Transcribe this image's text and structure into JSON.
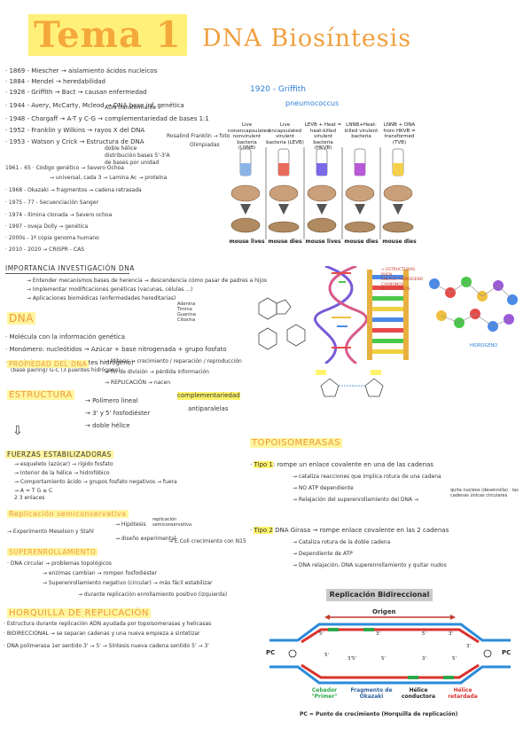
{
  "header": {
    "title": "Tema 1",
    "subtitle": "DNA Biosíntesis"
  },
  "timeline": [
    "· 1869 - Miescher → aislamiento ácidos nucleicos",
    "· 1884 - Mendel → heredabilidad",
    "· 1928 - Griffith → Bact → causan enfermedad",
    "· 1944 - Avery, McCarty, Mcleod → DNA base inf. genética",
    "· 1948 - Chargaff → A-T y C-G → complementariedad de bases 1:1",
    "· 1952 - Franklin y Wilkins → rayos X del DNA",
    "· 1953 - Watson y Crick → Estructura de DNA"
  ],
  "timeline_notes": {
    "avery_small": "ADN transformante",
    "watson_right": "Rosalind Franklin → foto",
    "watson_right2": "Olimpiadas",
    "watson_sub": [
      "doble hélice",
      "distribución bases 5'-3'A",
      "de bases por unidad"
    ]
  },
  "timeline2": [
    "1961 - 65 · Código genético → Severo Ochoa",
    "→ universal, cada 3 → Lamina Ac → proteína",
    "· 1968 - Okazaki → fragmentos → cadena retrasada",
    "· 1975 - 77 - Secuenciación Sanger",
    "· 1974 - Ilimina clonada → Severo ochoa",
    "· 1997 - oveja Dolly → genética",
    "· 2000s - 1ª copia genoma humano",
    "· 2010 - 2020 → CRISPR - CAS"
  ],
  "importancia": {
    "heading": "IMPORTANCIA INVESTIGACIÓN DNA",
    "items": [
      "→ Entender mecanismos bases de herencia → descendencia cómo pasar de padres a hijos",
      "→ Implementar modificaciones genéticas (vacunas, células ...)",
      "→ Aplicaciones biomédicas (enfermedades hereditarias)"
    ]
  },
  "dna": {
    "heading": "DNA",
    "bases_list": [
      "Adenina",
      "Timina",
      "Guanina",
      "Citosina"
    ],
    "lines": [
      "· Molécula con la información genética",
      "· Monómero: nucleótidos → Azúcar + base nitrogenada + grupo fosfato",
      "· Par de bases: A-T (2 puentes hidrógeno)",
      "(base pairing)  G-C (3 puentes hidrógeno)"
    ]
  },
  "propiedad": {
    "heading": "PROPIEDAD DEL DNA",
    "items": [
      "→ Mitosis → crecimiento / reparación / reproducción",
      "→ fin de división → pérdida información",
      "→ REPLICACIÓN → nacen"
    ]
  },
  "estructura": {
    "heading": "ESTRUCTURA",
    "items": [
      "→ Polímero lineal",
      "→ 3' y 5' fosfodiéster",
      "→ doble hélice"
    ],
    "right1": "complementariedad",
    "right2": "antiparalelas"
  },
  "fuerzas": {
    "heading": "FUERZAS ESTABILIZADORAS",
    "items": [
      "→ esqueleto (azúcar) → rígido fosfato",
      "→ Interior de la hélice → hidrofóbico",
      "→ Comportamiento ácido → grupos fosfato negativos → fuera",
      "→ A = T  G ≡ C",
      "  2       3 enlaces"
    ]
  },
  "replicacion": {
    "heading": "Replicación semiconservativa",
    "line1": "→ Experimento Meselson y Stahl",
    "branches": [
      "→ Hipótesis",
      "→ diseño experimental",
      "replicación",
      "semiconservativa",
      "→ E.Coli crecimiento con N15"
    ]
  },
  "superenrollamiento": {
    "heading": "SUPERENROLLAMIENTO",
    "items": [
      "· DNA circular → problemas topológicos",
      "→ enzimas cambian → rompen fosfodiéster",
      "→ Superenrollamiento negativo (circular) → más fácil estabilizar",
      "→ durante replicación enrollamiento positivo (izquierda)"
    ]
  },
  "horquilla": {
    "heading": "HORQUILLA DE REPLICACIÓN",
    "items": [
      "· Estructura durante replicación ADN ayudada por topoisomerasas y helicasas",
      "· BIDIRECCIONAL → se separan cadenas y una nueva empieza a sintetizar",
      "· DNA polimerasa 1er sentido 3' → 5' → Síntesis nueva cadena sentido 5' → 3'"
    ]
  },
  "griffith": {
    "label": "1920 - Griffith",
    "sublabel": "pneumococcus",
    "columns": [
      "Live nonencapsulated nonvirulent bacteria (LNNB)",
      "Live encapsulated virulent bacteria (LEVB)",
      "LEVB + Heat = heat-killed virulent bacteria (HKVB)",
      "LNNB+Heat-killed virulent bacteria",
      "LNNB + DNA from HKVB = transformed (TVB)"
    ],
    "outcomes": [
      "mouse lives",
      "mouse dies",
      "mouse lives",
      "mouse dies",
      "mouse dies"
    ]
  },
  "topoisomerasas": {
    "heading": "TOPOISOMERASAS",
    "tipo1": {
      "label": "Tipo 1",
      "line": ": rompe un enlace covalente en una de las cadenas",
      "items": [
        "→ cataliza reacciones que implica rotura de una cadena",
        "→ NO ATP dependiente",
        "→ Relajación del superenrollamiento del DNA → "
      ],
      "right": "quita nucleos (desenrolla) · las cadenas únicas circulares"
    },
    "tipo2": {
      "label": "Tipo 2",
      "line": "DNA Girasa → rompe enlace covalente en las 2 cadenas",
      "items": [
        "→ Cataliza rotura de la doble cadena",
        "→ Dependiente de ATP",
        "→ DNA relajación, DNA superenrollamiento y quitar nudos"
      ]
    }
  },
  "replication_diagram": {
    "title": "Replicación Bidireccional",
    "origin": "Origen",
    "pc_left": "PC",
    "pc_right": "PC",
    "labels": [
      "Cebador \"Primer\"",
      "Fragmento de Okazaki",
      "Hélice conductora",
      "Hélice retardada"
    ],
    "footer": "PC = Punto de crecimiento (Horquilla de replicación)",
    "primes": [
      "5'",
      "3'",
      "5'",
      "3'",
      "5'",
      "3'5'",
      "5'",
      "3'",
      "5'",
      "3'"
    ]
  },
  "helix_notes": {
    "labels": [
      "→ ESTRUCTURAS",
      "PUEN",
      "ENLACE HIDRÓGENO",
      "CARBONOS",
      "NUCLEOTIDOS"
    ],
    "blue_label": "HIDROGENO"
  },
  "colors": {
    "accent_orange": "#f0a040",
    "highlight_yellow": "#fff36b",
    "strand_blue": "#2c8bd9",
    "strand_red": "#d9312c",
    "strand_green": "#2aa84a"
  }
}
